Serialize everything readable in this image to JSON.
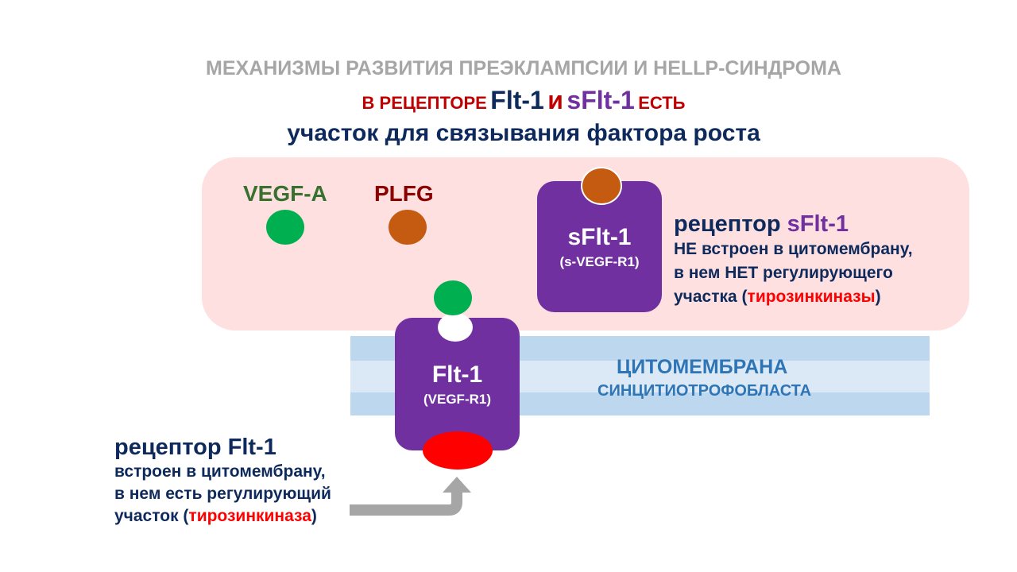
{
  "header": {
    "title": "МЕХАНИЗМЫ РАЗВИТИЯ ПРЕЭКЛАМПСИИ И HELLP-СИНДРОМА",
    "line2_prefix": "в рецепторе",
    "line2_flt": "Flt-1",
    "line2_and": "и",
    "line2_sflt": "sFlt-1",
    "line2_suffix": "есть",
    "line3": "участок для связывания фактора роста"
  },
  "ligands": {
    "vegf_label": "VEGF-A",
    "plfg_label": "PLFG"
  },
  "sflt_receptor": {
    "name": "sFlt-1",
    "sub": "(s-VEGF-R1)",
    "desc_prefix": "рецептор",
    "desc_name": "sFlt-1",
    "desc_line1": "НЕ встроен в цитомембрану,",
    "desc_line2": "в нем НЕТ регулирующего",
    "desc_line3_prefix": "участка (",
    "desc_line3_highlight": "тирозинкиназы",
    "desc_line3_suffix": ")"
  },
  "flt_receptor": {
    "name": "Flt-1",
    "sub": "(VEGF-R1)",
    "desc_title": "рецептор Flt-1",
    "desc_line1": "встроен в цитомембрану,",
    "desc_line2": "в нем есть регулирующий",
    "desc_line3_prefix": "участок (",
    "desc_line3_highlight": "тирозинкиназа",
    "desc_line3_suffix": ")"
  },
  "membrane": {
    "label1": "ЦИТОМЕМБРАНА",
    "label2": "СИНЦИТИОТРОФОБЛАСТА"
  },
  "colors": {
    "vegf": "#00b050",
    "plfg": "#c55a11",
    "receptor": "#7030a0",
    "tyrosine_kinase": "#ff0000",
    "membrane": "#bdd7ee",
    "extracellular_zone": "#fde0df"
  }
}
